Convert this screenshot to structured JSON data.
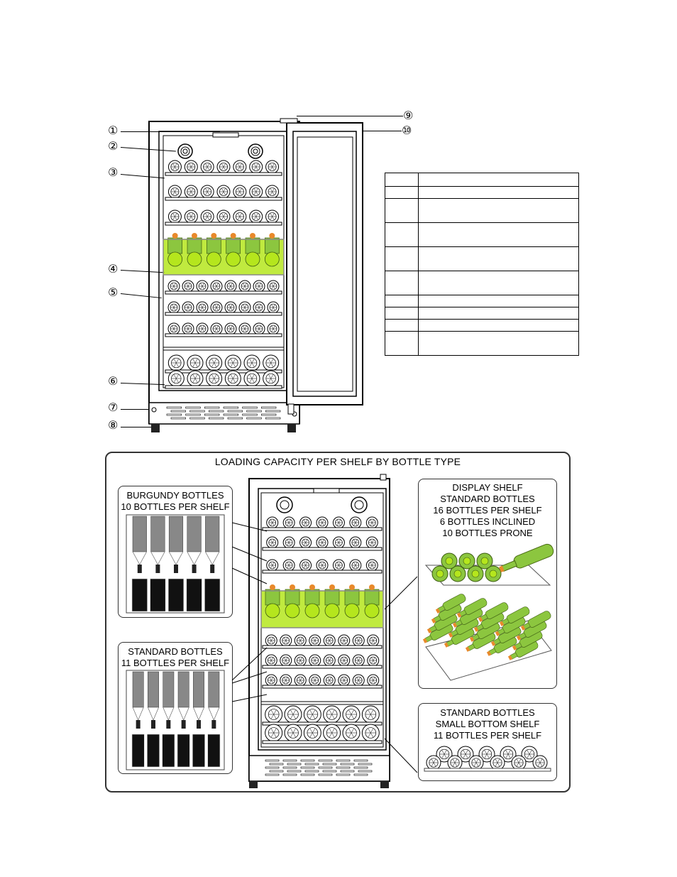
{
  "callouts": {
    "c1": "①",
    "c2": "②",
    "c3": "③",
    "c4": "④",
    "c5": "⑤",
    "c6": "⑥",
    "c7": "⑦",
    "c8": "⑧",
    "c9": "⑨",
    "c10": "⑩"
  },
  "parts_table": {
    "rows": 10
  },
  "loading_panel": {
    "title": "LOADING CAPACITY PER SHELF BY BOTTLE TYPE",
    "burgundy": {
      "line1": "BURGUNDY BOTTLES",
      "line2": "10 BOTTLES PER SHELF"
    },
    "standard": {
      "line1": "STANDARD BOTTLES",
      "line2": "11 BOTTLES PER SHELF"
    },
    "display": {
      "line1": "DISPLAY SHELF",
      "line2": "STANDARD BOTTLES",
      "line3": "16 BOTTLES PER SHELF",
      "line4": "6 BOTTLES INCLINED",
      "line5": "10 BOTTLES PRONE"
    },
    "bottom": {
      "line1": "STANDARD BOTTLES",
      "line2": "SMALL BOTTOM SHELF",
      "line3": "11 BOTTLES PER SHELF"
    }
  },
  "colors": {
    "highlight_green": "#b5e61d",
    "bottle_green": "#8cc63f",
    "cork_orange": "#e8892b",
    "line": "#000000"
  }
}
